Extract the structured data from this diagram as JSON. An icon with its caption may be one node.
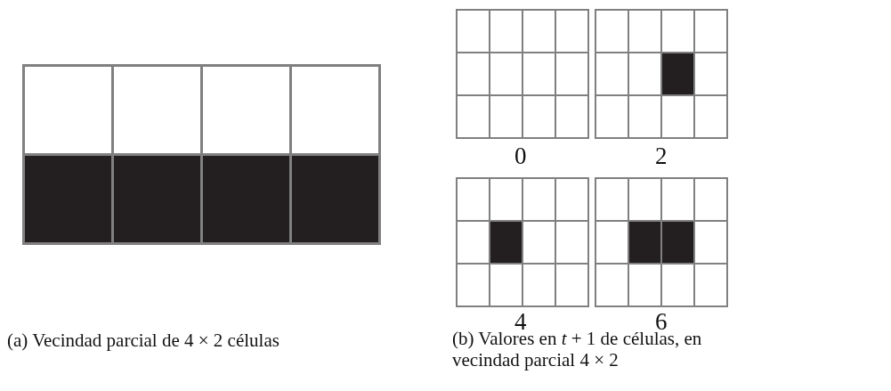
{
  "diagram": {
    "labels": [
      "(a) Vecindad parcial de 4 × 2 células",
      "0",
      "2",
      "4",
      "6",
      "(b) Valores en *t* + 1 de células, en vecindad parcial 4 × 2"
    ]
  }
}
